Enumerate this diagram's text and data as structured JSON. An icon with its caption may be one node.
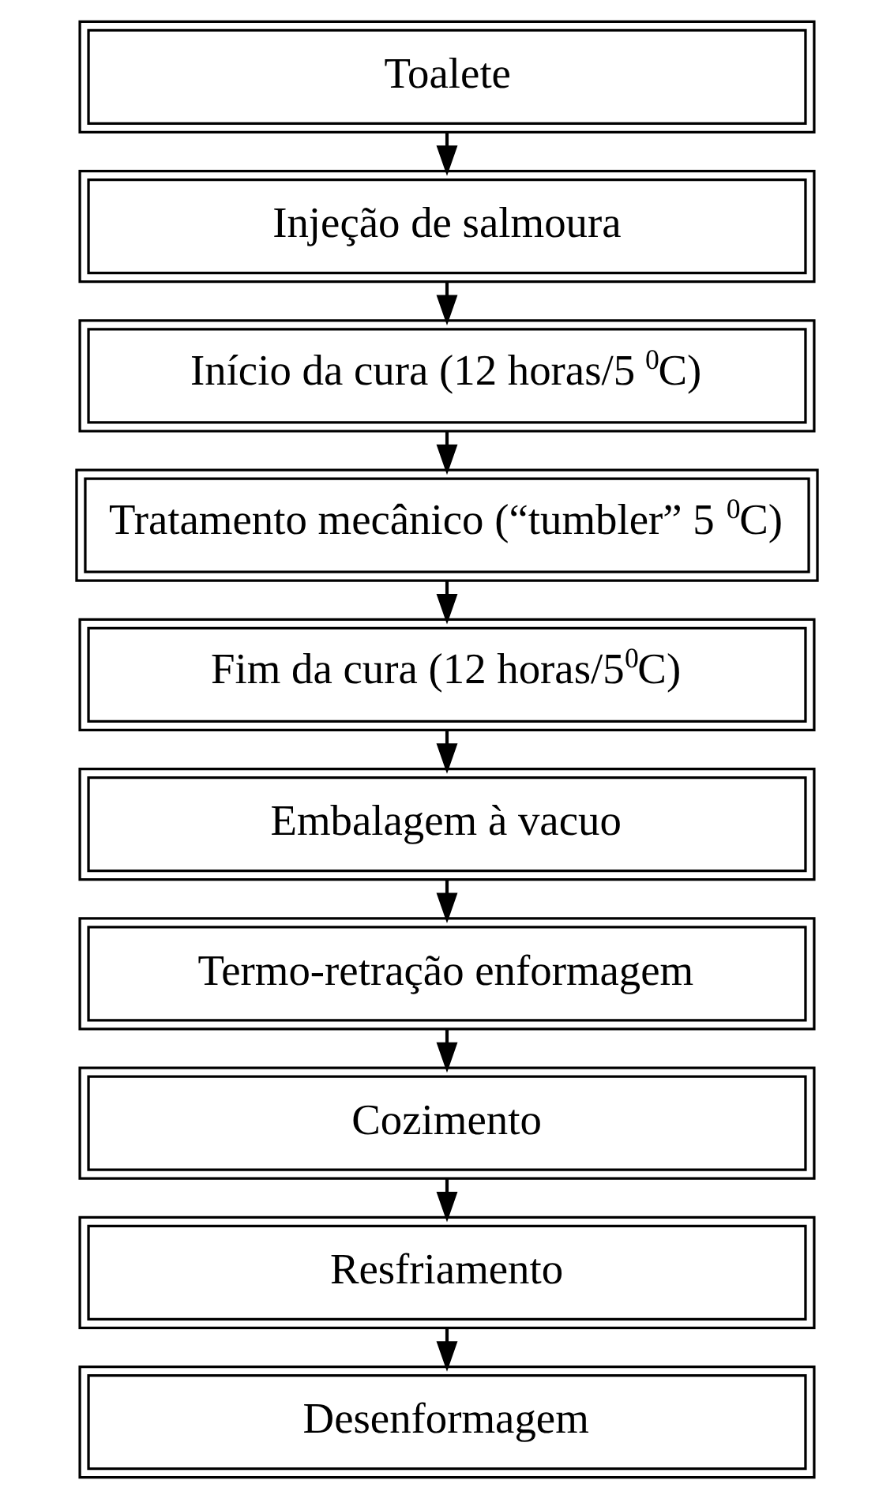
{
  "diagram": {
    "nodes": [
      {
        "text": [
          "Toalete"
        ]
      },
      {
        "text": [
          "Injeção de salmoura"
        ]
      },
      {
        "text": [
          "Início da cura (12 horas/5 $^{0}$C)"
        ]
      },
      {
        "text": [
          "Tratamento mecânico (“tumbler” 5 $^{0}$C)"
        ]
      },
      {
        "text": [
          "Fim da cura (12 horas/5$^{0}$C)"
        ]
      },
      {
        "text": [
          "Embalagem à vacuo"
        ]
      },
      {
        "text": [
          "Termo-retração enformagem"
        ]
      },
      {
        "text": [
          "Cozimento"
        ]
      },
      {
        "text": [
          "Resfriamento"
        ]
      },
      {
        "text": [
          "Desenformagem"
        ]
      }
    ],
    "edges": [
      {
        "from": 0,
        "to": 1,
        "arrow": "to"
      },
      {
        "from": 1,
        "to": 2,
        "arrow": "to"
      },
      {
        "from": 2,
        "to": 3,
        "arrow": "to"
      },
      {
        "from": 3,
        "to": 4,
        "arrow": "to"
      },
      {
        "from": 4,
        "to": 5,
        "arrow": "to"
      },
      {
        "from": 5,
        "to": 6,
        "arrow": "to"
      },
      {
        "from": 6,
        "to": 7,
        "arrow": "to"
      },
      {
        "from": 7,
        "to": 8,
        "arrow": "to"
      },
      {
        "from": 8,
        "to": 9,
        "arrow": "to"
      }
    ]
  }
}
